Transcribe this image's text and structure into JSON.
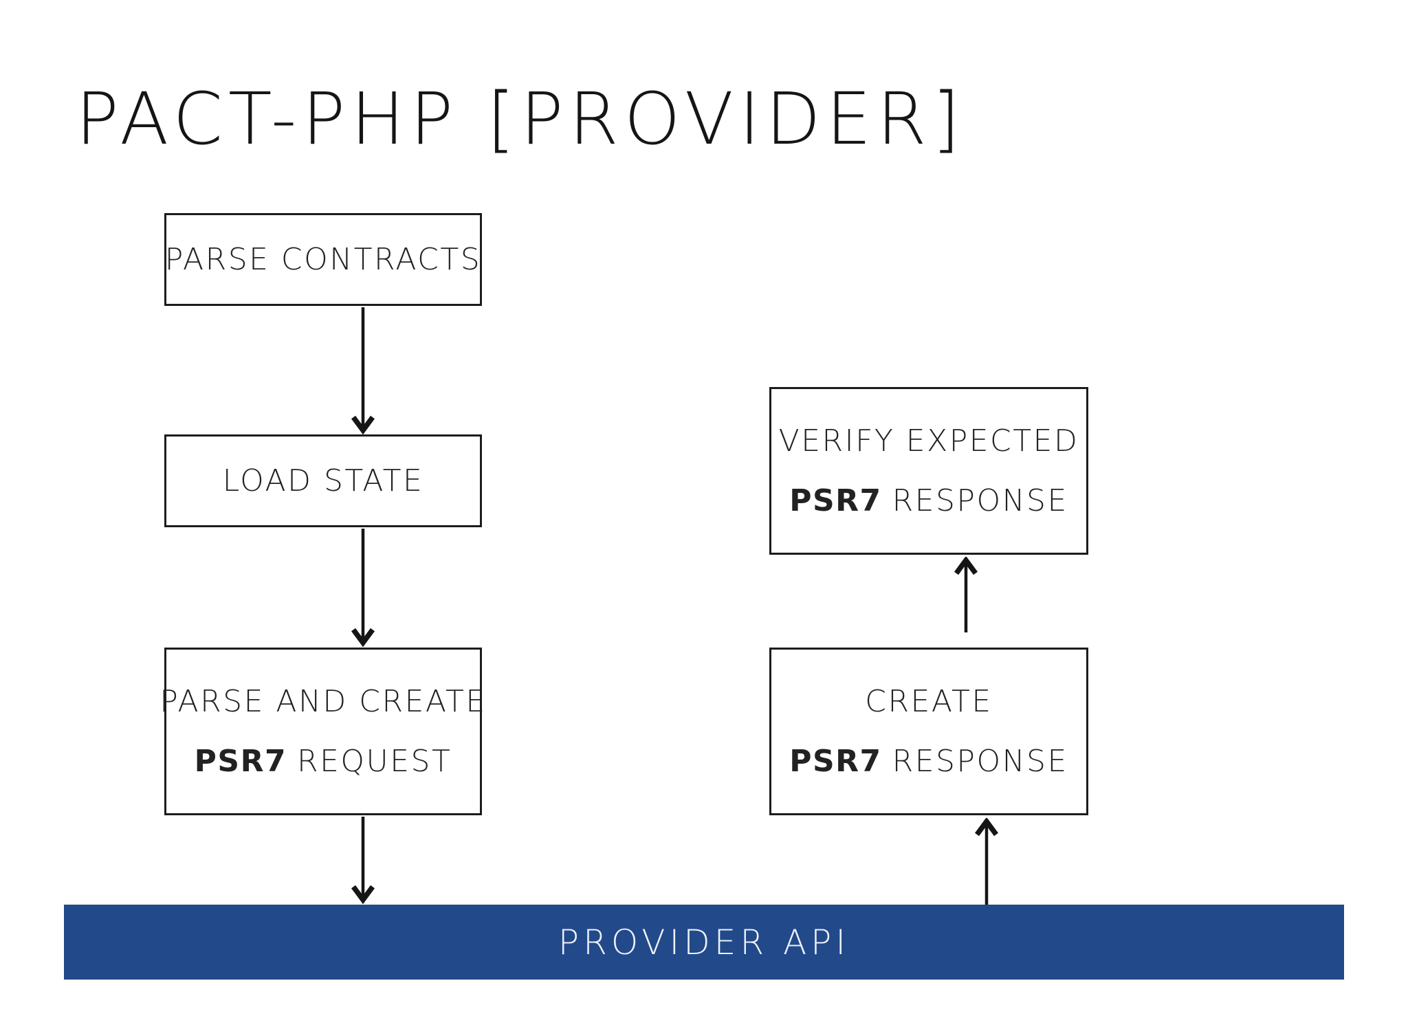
{
  "title": "PACT-PHP [PROVIDER]",
  "diagram": {
    "nodes": {
      "parse_contracts": {
        "label": "PARSE CONTRACTS"
      },
      "load_state": {
        "label": "LOAD STATE"
      },
      "parse_create_request": {
        "line1": "PARSE AND CREATE",
        "line2_bold": "PSR7",
        "line2_rest": "REQUEST"
      },
      "verify_expected_response": {
        "line1": "VERIFY EXPECTED",
        "line2_bold": "PSR7",
        "line2_rest": "RESPONSE"
      },
      "create_response": {
        "line1": "CREATE",
        "line2_bold": "PSR7",
        "line2_rest": "RESPONSE"
      }
    },
    "provider_bar": {
      "label": "PROVIDER API"
    },
    "colors": {
      "bar_blue": "#22498a",
      "ink": "#1c1c1c",
      "bar_text": "#edf2f8"
    }
  }
}
